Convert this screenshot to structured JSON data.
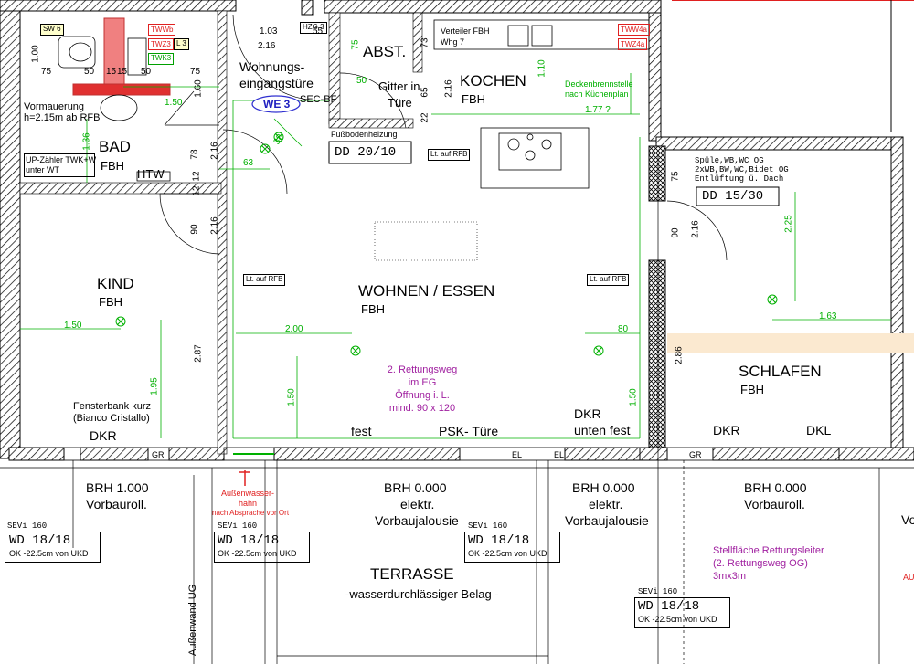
{
  "rooms": {
    "bad": {
      "name": "BAD",
      "sub": "FBH"
    },
    "kind": {
      "name": "KIND",
      "sub": "FBH"
    },
    "wohnen": {
      "name": "WOHNEN / ESSEN",
      "sub": "FBH"
    },
    "kochen": {
      "name": "KOCHEN",
      "sub": "FBH"
    },
    "abst": {
      "name": "ABST."
    },
    "schlafen": {
      "name": "SCHLAFEN",
      "sub": "FBH"
    },
    "terrasse": {
      "name": "TERRASSE",
      "sub": "-wasserdurchlässiger Belag -"
    }
  },
  "labels": {
    "wohnungseingang_1": "Wohnungs-",
    "wohnungseingang_2": "eingangstüre",
    "we3": "WE 3",
    "sec_bf": "SEC-BF",
    "gitter_1": "Gitter in",
    "gitter_2": "Türe",
    "vormauerung_1": "Vormauerung",
    "vormauerung_2": "h=2.15m ab RFB",
    "up_zaehler_1": "UP-Zähler TWK+W",
    "up_zaehler_2": "unter WT",
    "htw": "HTW",
    "verteiler_1": "Verteiler FBH",
    "verteiler_2": "Whg 7",
    "deckenbrenn_1": "Deckenbrennstelle",
    "deckenbrenn_2": "nach Küchenplan",
    "fussbodenheizung": "Fußbodenheizung",
    "dd_2010": "DD  20/10",
    "dd_1530": "DD  15/30",
    "lt_rfb": "Lt. auf RFB",
    "spuele_1": "Spüle,WB,WC          OG",
    "spuele_2": "2xWB,BW,WC,Bidet    OG",
    "spuele_3": "Entlüftung ü. Dach",
    "fensterbank_1": "Fensterbank kurz",
    "fensterbank_2": "(Bianco Cristallo)",
    "dkr": "DKR",
    "dkl": "DKL",
    "fest": "fest",
    "psk": "PSK- Türe",
    "dkr_unten_1": "DKR",
    "dkr_unten_2": "unten fest",
    "rettung_1": "2. Rettungsweg",
    "rettung_2": "im EG",
    "rettung_3": "Öffnung i. L.",
    "rettung_4": "mind. 90 x 120",
    "brh1": "BRH 1.000",
    "brh0": "BRH 0.000",
    "vorbauroll": "Vorbauroll.",
    "elektr": "elektr.",
    "vorbaujalousie": "Vorbaujalousie",
    "aussenwasser_1": "Außenwasser-",
    "aussenwasser_2": "hahn",
    "aussenwasser_3": "nach Absprache vor Ort",
    "sevi": "SEVi    160",
    "wd": "WD  18/18",
    "ok": "OK -22.5cm von UKD",
    "stellflaeche_1": "Stellfläche Rettungsleiter",
    "stellflaeche_2": "(2. Rettungsweg OG)",
    "stellflaeche_3": "3mx3m",
    "aussenwand": "Außenwand UG",
    "gr": "GR",
    "el": "EL",
    "hzg3": "HZG 3",
    "sw6": "SW 6",
    "l3": "L 3",
    "twwb": "TWWb",
    "twz3": "TWZ3",
    "twk3": "TWK3",
    "tww4a": "TWW4a",
    "twz4a": "TWZ4a",
    "vo": "Vo",
    "au": "AU"
  },
  "dims": {
    "d103": "1.03",
    "d216": "2.16",
    "d55": "55",
    "d100": "1.00",
    "d75": "75",
    "d50": "50",
    "d15": "15",
    "d160": "1.60",
    "d150": "1.50",
    "d136": "1.36",
    "d78": "78",
    "d12": "12",
    "d90": "90",
    "d63": "63",
    "d38": "38",
    "d73": "73",
    "d65": "65",
    "d22": "22",
    "d110": "1.10",
    "d177": "1.77 ?",
    "d225": "2.25",
    "d163": "1.63",
    "d200": "2.00",
    "d80": "80",
    "d287": "2.87",
    "d195": "1.95",
    "d286": "2.86"
  }
}
